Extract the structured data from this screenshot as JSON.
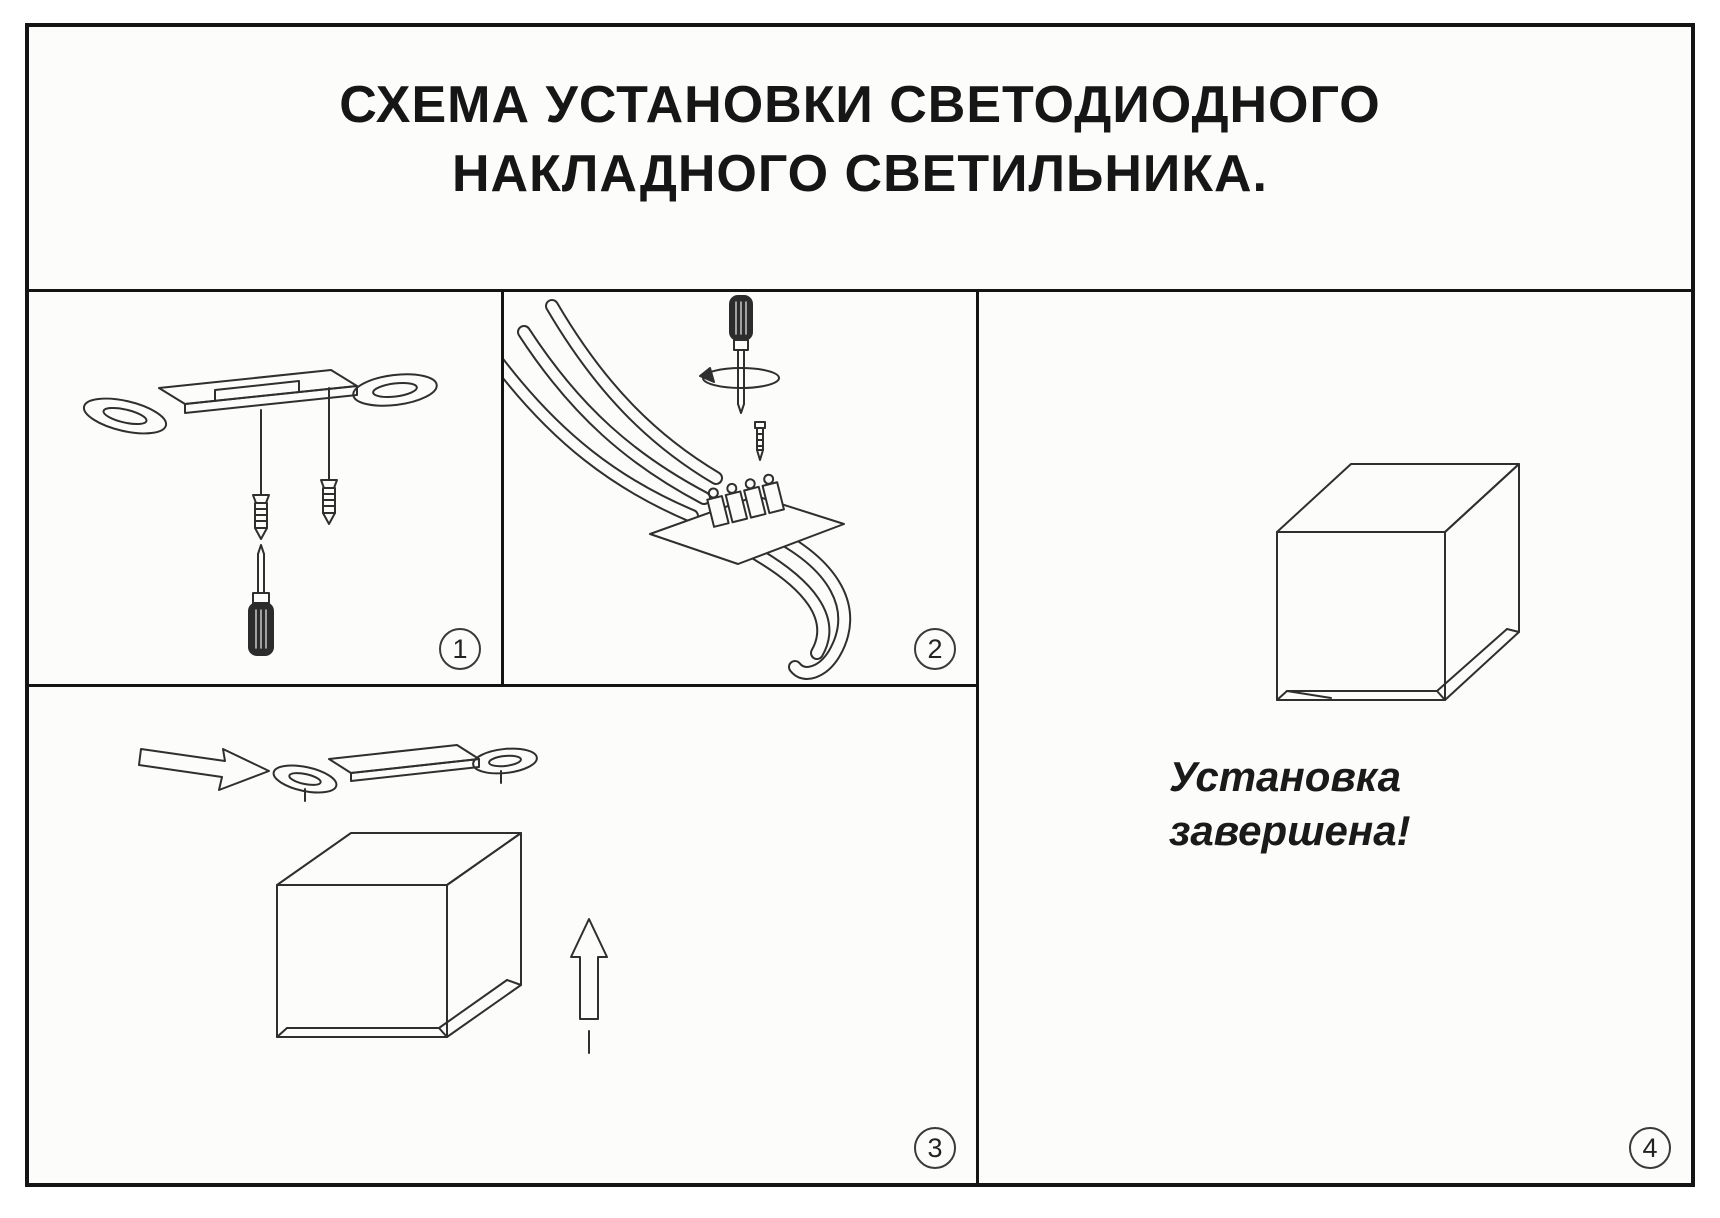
{
  "title": "СХЕМА УСТАНОВКИ СВЕТОДИОДНОГО НАКЛАДНОГО СВЕТИЛЬНИКА.",
  "completion_note": "Установка завершена!",
  "steps": [
    {
      "number": "1",
      "description": "mounting-bracket-with-anchors-and-screwdriver"
    },
    {
      "number": "2",
      "description": "wiring-terminal-block-connection"
    },
    {
      "number": "3",
      "description": "fixture-body-attached-to-bracket"
    },
    {
      "number": "4",
      "description": "installation-complete"
    }
  ]
}
